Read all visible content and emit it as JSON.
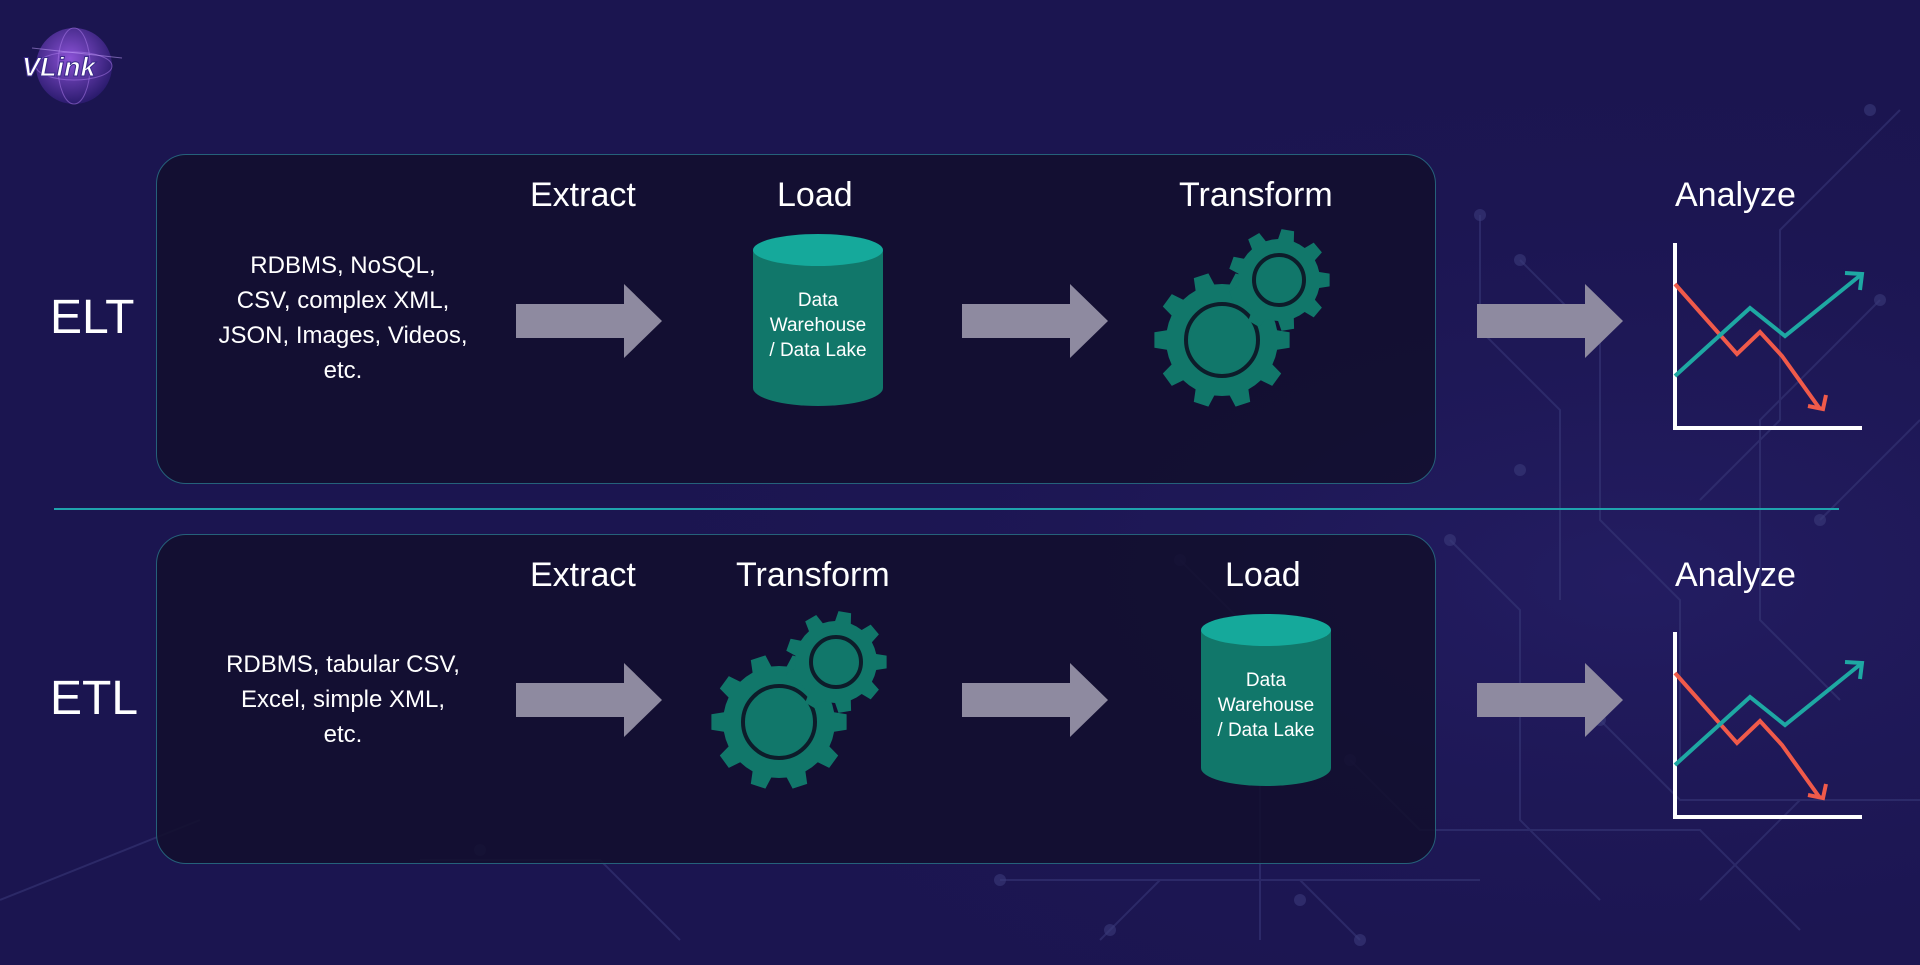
{
  "brand": {
    "logo_text": "VLink",
    "icon": "globe-logo-icon"
  },
  "colors": {
    "background": "#1b1550",
    "panel": "#13102e",
    "teal": "#11776a",
    "teal_light": "#15a99b",
    "arrow": "#8e8aa0",
    "chart_up": "#1ea8a3",
    "chart_down": "#f05a4a",
    "divider": "#1fa3ad"
  },
  "elt": {
    "label": "ELT",
    "stages": {
      "extract": "Extract",
      "load": "Load",
      "transform": "Transform",
      "analyze": "Analyze"
    },
    "sources": [
      "RDBMS, NoSQL,",
      "CSV, complex XML,",
      "JSON, Images, Videos,",
      "etc."
    ],
    "storage": [
      "Data",
      "Warehouse",
      "/ Data Lake"
    ]
  },
  "etl": {
    "label": "ETL",
    "stages": {
      "extract": "Extract",
      "transform": "Transform",
      "load": "Load",
      "analyze": "Analyze"
    },
    "sources": [
      "RDBMS, tabular CSV,",
      "Excel, simple XML,",
      "etc."
    ],
    "storage": [
      "Data",
      "Warehouse",
      "/ Data Lake"
    ]
  },
  "icons": {
    "arrow": "right-arrow-icon",
    "gears": "gears-icon",
    "storage": "database-cylinder-icon",
    "chart": "line-chart-icon"
  }
}
